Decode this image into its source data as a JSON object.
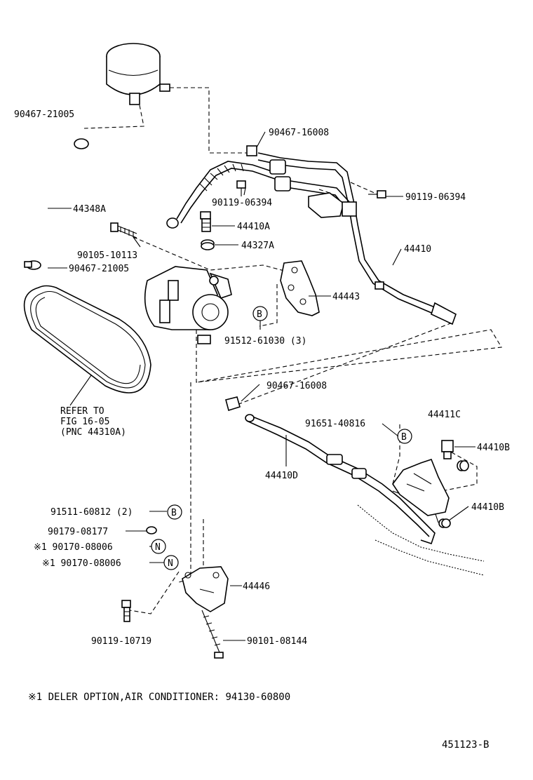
{
  "diagram": {
    "labels": {
      "p_90467_21005_top": "90467-21005",
      "p_90467_16008_top": "90467-16008",
      "p_44348A": "44348A",
      "p_90119_06394_mid": "90119-06394",
      "p_90119_06394_right": "90119-06394",
      "p_44410A": "44410A",
      "p_44327A": "44327A",
      "p_90105_10113": "90105-10113",
      "p_90467_21005_low": "90467-21005",
      "p_44410": "44410",
      "p_44443": "44443",
      "p_91512_61030": "91512-61030 (3)",
      "p_refer_to": "REFER TO",
      "p_fig_16_05": "FIG 16-05",
      "p_pnc": "(PNC 44310A)",
      "p_90467_16008_low": "90467-16008",
      "p_91651_40816": "91651-40816",
      "p_44411C": "44411C",
      "p_44410B_top": "44410B",
      "p_44410D": "44410D",
      "p_44410B_low": "44410B",
      "p_91511_60812": "91511-60812 (2)",
      "p_90179_08177": "90179-08177",
      "p_90170_08006_a": "※1 90170-08006",
      "p_90170_08006_b": "※1 90170-08006",
      "p_44446": "44446",
      "p_90119_10719": "90119-10719",
      "p_90101_08144": "90101-08144"
    },
    "callouts": {
      "b1": "B",
      "b2": "B",
      "b3": "B",
      "n1": "N",
      "n2": "N"
    },
    "footnote": "※1 DELER OPTION,AIR CONDITIONER: 94130-60800",
    "figure_number": "451123-B"
  }
}
